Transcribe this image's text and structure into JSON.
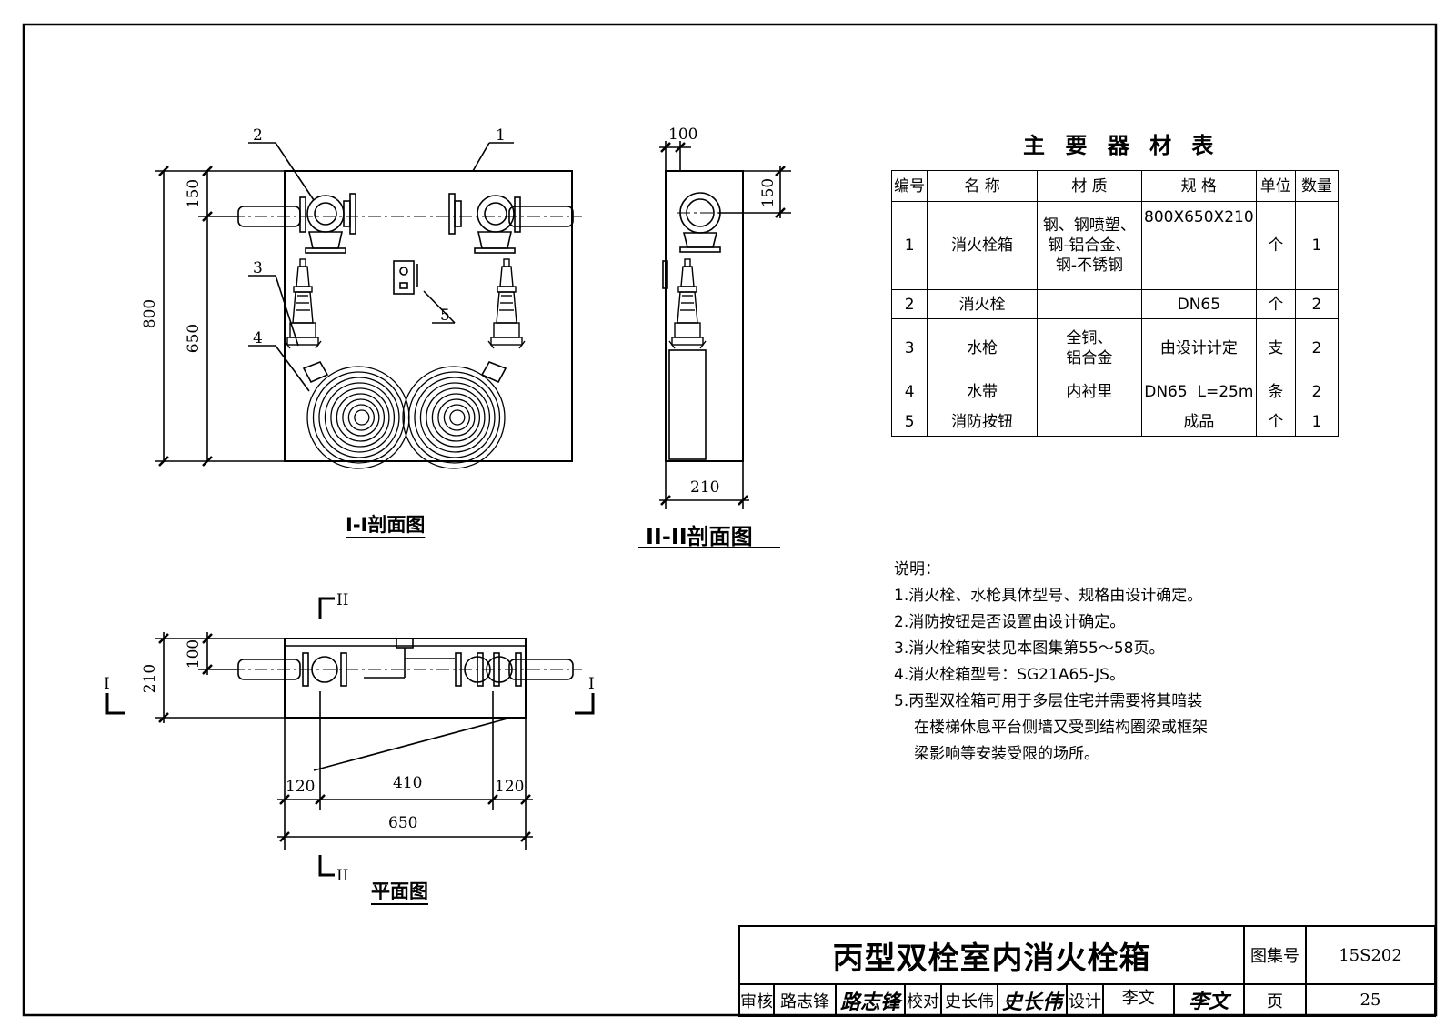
{
  "views": {
    "section1": {
      "caption": "I-I剖面图",
      "dims": {
        "h_total": "800",
        "h_top": "150",
        "h_rest": "650"
      },
      "callouts": [
        "1",
        "2",
        "3",
        "4",
        "5"
      ]
    },
    "section2": {
      "caption": "II-II剖面图",
      "dims": {
        "top_width": "100",
        "top_height": "150",
        "bottom_width": "210"
      }
    },
    "plan": {
      "caption": "平面图",
      "dims": {
        "depth_total": "210",
        "depth_pipe": "100",
        "seg_left": "120",
        "seg_mid": "410",
        "seg_right": "120",
        "width_total": "650"
      },
      "marks": {
        "cut1_left": "I",
        "cut1_right": "I",
        "cut2_top": "II",
        "cut2_bottom": "II"
      }
    }
  },
  "materials": {
    "title": "主 要 器 材 表",
    "headers": [
      "编号",
      "名 称",
      "材 质",
      "规 格",
      "单位",
      "数量"
    ],
    "rows": [
      {
        "no": "1",
        "name": "消火栓箱",
        "material": [
          "钢、钢喷塑、",
          "钢-铝合金、",
          "钢-不锈钢"
        ],
        "spec": "800X650X210",
        "unit": "个",
        "qty": "1"
      },
      {
        "no": "2",
        "name": "消火栓",
        "material": [
          ""
        ],
        "spec": "DN65",
        "unit": "个",
        "qty": "2"
      },
      {
        "no": "3",
        "name": "水枪",
        "material": [
          "全铜、",
          "铝合金"
        ],
        "spec": "由设计计定",
        "unit": "支",
        "qty": "2"
      },
      {
        "no": "4",
        "name": "水带",
        "material": [
          "内衬里"
        ],
        "spec": "DN65  L=25m",
        "unit": "条",
        "qty": "2"
      },
      {
        "no": "5",
        "name": "消防按钮",
        "material": [
          ""
        ],
        "spec": "成品",
        "unit": "个",
        "qty": "1"
      }
    ]
  },
  "notes": {
    "heading": "说明：",
    "items": [
      "1.消火栓、水枪具体型号、规格由设计确定。",
      "2.消防按钮是否设置由设计确定。",
      "3.消火栓箱安装见本图集第55～58页。",
      "4.消火栓箱型号：SG21A65-JS。",
      "5.丙型双栓箱可用于多层住宅并需要将其暗装",
      "在楼梯休息平台侧墙又受到结构圈梁或框架",
      "梁影响等安装受限的场所。"
    ]
  },
  "titleblock": {
    "title": "丙型双栓室内消火栓箱",
    "atlas_label": "图集号",
    "atlas_no": "15S202",
    "review_label": "审核",
    "reviewer": "路志锋",
    "check_label": "校对",
    "checker": "史长伟",
    "design_label": "设计",
    "designer": "李文",
    "page_label": "页",
    "page_no": "25"
  }
}
